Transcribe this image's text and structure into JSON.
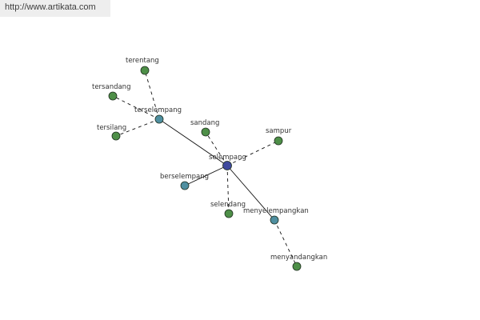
{
  "source_url": "http://www.artikata.com",
  "colors": {
    "center_node": "#3f4a9e",
    "hub_node": "#4f8fa0",
    "leaf_node": "#4e8f48",
    "node_stroke": "#1f2f1f",
    "edge": "#111111",
    "background": "#ffffff",
    "banner_bg": "#eeeeee"
  },
  "nodes": [
    {
      "id": "selempang",
      "label": "selempang",
      "kind": "center"
    },
    {
      "id": "terselempang",
      "label": "terselempang",
      "kind": "hub"
    },
    {
      "id": "menyelempangkan",
      "label": "menyelempangkan",
      "kind": "hub"
    },
    {
      "id": "berselempang",
      "label": "berselempang",
      "kind": "hub"
    },
    {
      "id": "terentang",
      "label": "terentang",
      "kind": "leaf"
    },
    {
      "id": "tersandang",
      "label": "tersandang",
      "kind": "leaf"
    },
    {
      "id": "tersilang",
      "label": "tersilang",
      "kind": "leaf"
    },
    {
      "id": "sandang",
      "label": "sandang",
      "kind": "leaf"
    },
    {
      "id": "sampur",
      "label": "sampur",
      "kind": "leaf"
    },
    {
      "id": "selendang",
      "label": "selendang",
      "kind": "leaf"
    },
    {
      "id": "menyandangkan",
      "label": "menyandangkan",
      "kind": "leaf"
    }
  ],
  "edges": [
    {
      "from": "selempang",
      "to": "terselempang",
      "style": "solid"
    },
    {
      "from": "selempang",
      "to": "menyelempangkan",
      "style": "solid"
    },
    {
      "from": "selempang",
      "to": "berselempang",
      "style": "solid"
    },
    {
      "from": "selempang",
      "to": "sandang",
      "style": "dashed"
    },
    {
      "from": "selempang",
      "to": "sampur",
      "style": "dashed"
    },
    {
      "from": "selempang",
      "to": "selendang",
      "style": "dashed"
    },
    {
      "from": "terselempang",
      "to": "terentang",
      "style": "dashed"
    },
    {
      "from": "terselempang",
      "to": "tersandang",
      "style": "dashed"
    },
    {
      "from": "terselempang",
      "to": "tersilang",
      "style": "dashed"
    },
    {
      "from": "menyelempangkan",
      "to": "menyandangkan",
      "style": "dashed"
    }
  ]
}
